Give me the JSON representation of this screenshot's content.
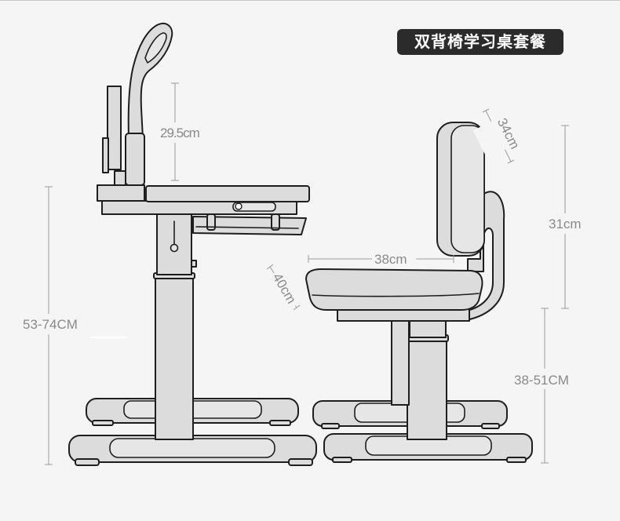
{
  "title": "双背椅学习桌套餐",
  "colors": {
    "background": "#f5f5f5",
    "badge_bg": "#2b2b2b",
    "badge_text": "#ffffff",
    "furniture_fill": "#dcdcdc",
    "outline": "#1e1e1e",
    "dimension_line": "#9a9a9a",
    "dimension_text": "#8a8a8a"
  },
  "desk": {
    "lamp_height_label": "29.5cm",
    "height_range_label": "53-74CM"
  },
  "chair": {
    "backrest_width_label": "34cm",
    "backrest_height_label": "31cm",
    "seat_width_label": "38cm",
    "seat_depth_label": "40cm",
    "height_range_label": "38-51CM"
  }
}
